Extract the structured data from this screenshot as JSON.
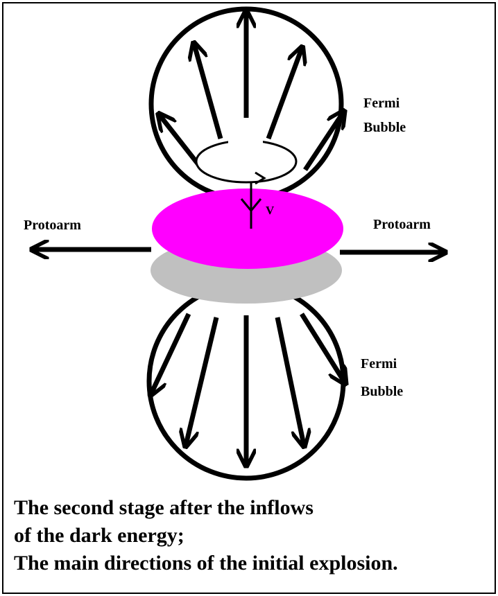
{
  "labels": {
    "fermi_top": [
      "Fermi",
      "Bubble"
    ],
    "fermi_bottom": [
      "Fermi",
      "Bubble"
    ],
    "protoarm_left": "Protoarm",
    "protoarm_right": "Protoarm",
    "velocity": "V"
  },
  "caption": {
    "line1": "The second stage after the inflows",
    "line2": "of the dark energy;",
    "line3": "The main directions of the initial explosion."
  },
  "colors": {
    "upper_disk": "#ff00ff",
    "lower_disk": "#c0c0c0",
    "lines": "#000000",
    "background": "#ffffff"
  }
}
